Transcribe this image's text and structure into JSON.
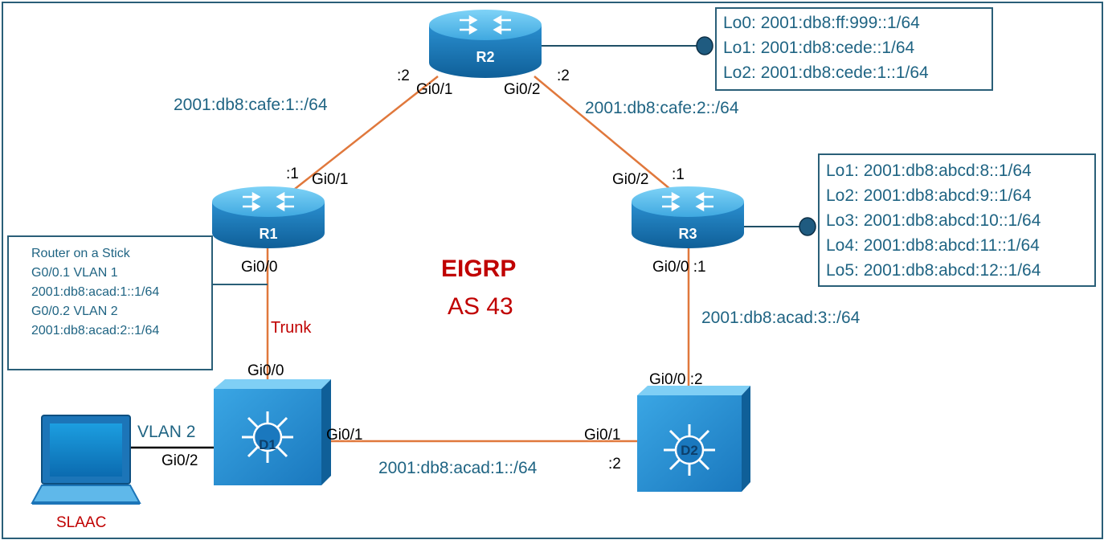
{
  "protocol": {
    "name": "EIGRP",
    "as": "AS 43"
  },
  "devices": {
    "r1": {
      "label": "R1"
    },
    "r2": {
      "label": "R2"
    },
    "r3": {
      "label": "R3"
    },
    "d1": {
      "label": "D1"
    },
    "d2": {
      "label": "D2"
    },
    "pc": {
      "label": "SLAAC"
    }
  },
  "links": {
    "r1_r2": {
      "network": "2001:db8:cafe:1::/64",
      "r1_if": "Gi0/1",
      "r1_host": ":1",
      "r2_if": "Gi0/1",
      "r2_host": ":2"
    },
    "r2_r3": {
      "network": "2001:db8:cafe:2::/64",
      "r2_if": "Gi0/2",
      "r2_host": ":2",
      "r3_if": "Gi0/2",
      "r3_host": ":1"
    },
    "r1_d1": {
      "label": "Trunk",
      "r1_if": "Gi0/0",
      "d1_if": "Gi0/0"
    },
    "r3_d2": {
      "network": "2001:db8:acad:3::/64",
      "r3_if": "Gi0/0 :1",
      "d2_if": "Gi0/0 :2"
    },
    "d1_d2": {
      "network": "2001:db8:acad:1::/64",
      "d1_if": "Gi0/1",
      "d2_if": "Gi0/1",
      "d2_host": ":2"
    },
    "pc_d1": {
      "vlan": "VLAN 2",
      "d1_if": "Gi0/2"
    }
  },
  "loopbacks": {
    "r2": [
      "Lo0: 2001:db8:ff:999::1/64",
      "Lo1: 2001:db8:cede::1/64",
      "Lo2: 2001:db8:cede:1::1/64"
    ],
    "r3": [
      "Lo1: 2001:db8:abcd:8::1/64",
      "Lo2: 2001:db8:abcd:9::1/64",
      "Lo3: 2001:db8:abcd:10::1/64",
      "Lo4: 2001:db8:abcd:11::1/64",
      "Lo5: 2001:db8:abcd:12::1/64"
    ]
  },
  "router_on_stick": [
    "Router on a Stick",
    "G0/0.1 VLAN 1",
    "2001:db8:acad:1::1/64",
    "G0/0.2 VLAN 2",
    "2001:db8:acad:2::1/64"
  ],
  "colors": {
    "link": "#e0783c",
    "text_blue": "#1f6483",
    "red": "#c00000",
    "device": "#1a8fd0",
    "border": "#2a5f78"
  }
}
